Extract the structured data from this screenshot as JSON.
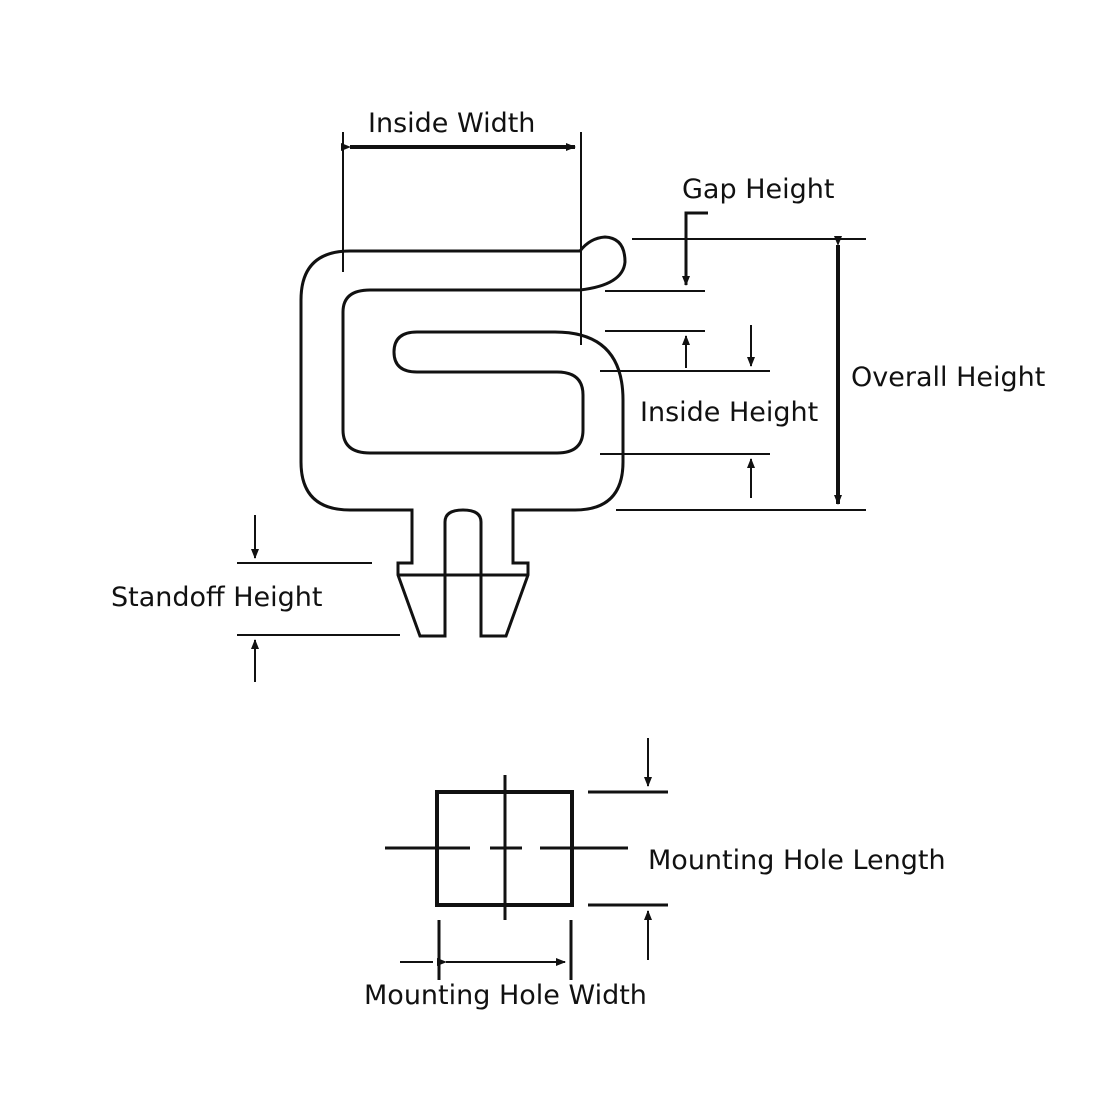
{
  "labels": {
    "inside_width": "Inside Width",
    "gap_height": "Gap Height",
    "overall_height": "Overall Height",
    "inside_height": "Inside Height",
    "standoff_height": "Standoff Height",
    "mounting_hole_length": "Mounting Hole Length",
    "mounting_hole_width": "Mounting Hole Width"
  },
  "colors": {
    "line": "#111111",
    "background": "#ffffff"
  }
}
